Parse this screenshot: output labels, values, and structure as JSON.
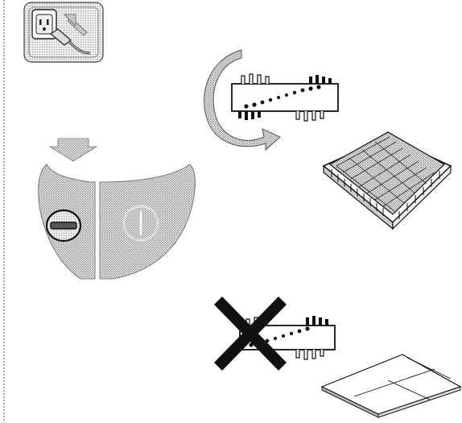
{
  "figure": {
    "panels": [
      {
        "name": "unplug-power-cord"
      },
      {
        "name": "rotate-brush-roll"
      },
      {
        "name": "bristle-pad"
      },
      {
        "name": "power-button-pedals"
      },
      {
        "name": "do-not-use-brush-roll"
      },
      {
        "name": "flat-floor-surface"
      }
    ]
  },
  "colors": {
    "line": "#1a1a1a",
    "halftone": "#a8a8a8",
    "halftone_light": "#c8c8c8",
    "paper": "#ffffff",
    "cross": "#111111"
  },
  "icons": {
    "plug": "electrical-plug-icon",
    "rotate": "rotate-arrow-icon",
    "down": "down-arrow-icon",
    "cross": "prohibited-x-icon",
    "power": "power-symbol-icon"
  }
}
